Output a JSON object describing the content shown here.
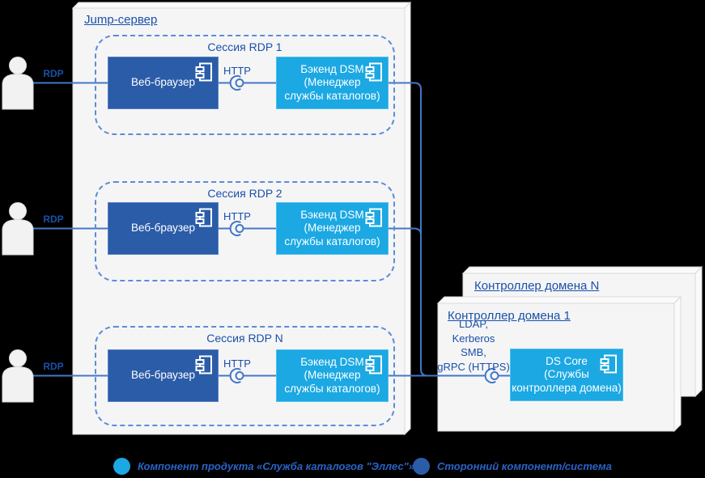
{
  "diagram": {
    "jump_server": {
      "title": "Jump-сервер",
      "sessions": [
        {
          "title": "Сессия RDP 1",
          "rdp_label": "RDP",
          "http_label": "HTTP",
          "browser_label": "Веб-браузер",
          "backend_label": "Бэкенд DSM\n(Менеджер\nслужбы каталогов)"
        },
        {
          "title": "Сессия RDP 2",
          "rdp_label": "RDP",
          "http_label": "HTTP",
          "browser_label": "Веб-браузер",
          "backend_label": "Бэкенд DSM\n(Менеджер\nслужбы каталогов)"
        },
        {
          "title": "Сессия RDP N",
          "rdp_label": "RDP",
          "http_label": "HTTP",
          "browser_label": "Веб-браузер",
          "backend_label": "Бэкенд DSM\n(Менеджер\nслужбы каталогов)"
        }
      ]
    },
    "domain_controllers": {
      "back_title": "Контроллер домена N",
      "front_title": "Контроллер домена 1",
      "protocols": "LDAP,\nKerberos\nSMB,\ngRPC (HTTPS)",
      "core_label": "DS Core\n(Службы\nконтроллера домена)"
    },
    "legend": {
      "product_label": "Компонент продукта «Служба каталогов \"Эллес\"»",
      "third_party_label": "Сторонний компонент/система"
    },
    "colors": {
      "product_component": "#1BA8E3",
      "third_party_component": "#2B5CA8",
      "connector": "#4377C8",
      "label_text": "#1A50A8",
      "node_fill": "#F5F5F6"
    }
  }
}
